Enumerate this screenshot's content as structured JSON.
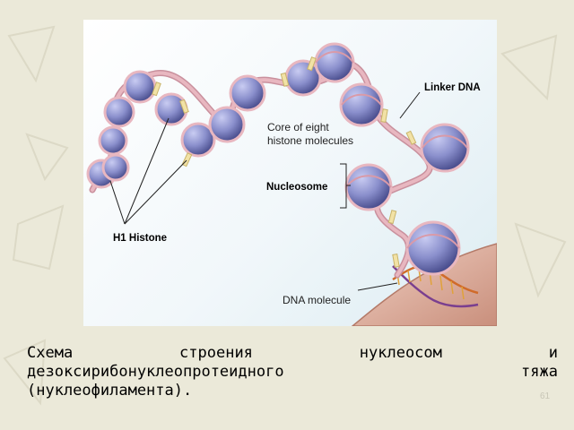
{
  "diagram": {
    "labels": {
      "linker_dna": "Linker DNA",
      "core_line1": "Core of eight",
      "core_line2": "histone molecules",
      "nucleosome": "Nucleosome",
      "h1_histone": "H1 Histone",
      "dna_molecule": "DNA molecule"
    }
  },
  "caption": {
    "line1": [
      "Схема",
      "строения",
      "нуклеосом",
      "и"
    ],
    "line2": [
      "дезоксирибонуклеопротеидного",
      "тяжа"
    ],
    "line3": "(нуклеофиламента)."
  },
  "page_number": "61",
  "colors": {
    "background": "#ebe9d9",
    "nucleosome": "#8a8fcc",
    "nucleosome_dark": "#4b4f8f",
    "dna_strand": "#e8b7c0",
    "linker_clip": "#f2e2a6",
    "dna_molecule_body": "#e2b9a7"
  }
}
